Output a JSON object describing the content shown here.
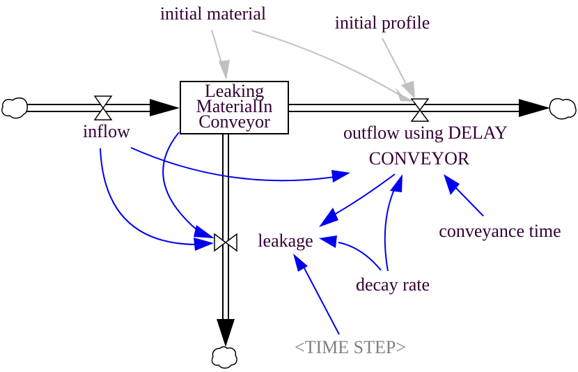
{
  "diagram": {
    "colors": {
      "link": "#0000ee",
      "init_link": "#c0c0c0",
      "text": "#330033",
      "shadow_text": "#808080"
    },
    "stock": {
      "lines": [
        "Leaking",
        "MaterialIn",
        "Conveyor"
      ]
    },
    "flows": {
      "inflow": "inflow",
      "outflow_line1": "outflow using DELAY",
      "outflow_line2": "CONVEYOR",
      "leakage": "leakage"
    },
    "variables": {
      "initial_material": "initial material",
      "initial_profile": "initial profile",
      "conveyance_time": "conveyance time",
      "decay_rate": "decay rate",
      "time_step": "<TIME STEP>"
    }
  }
}
